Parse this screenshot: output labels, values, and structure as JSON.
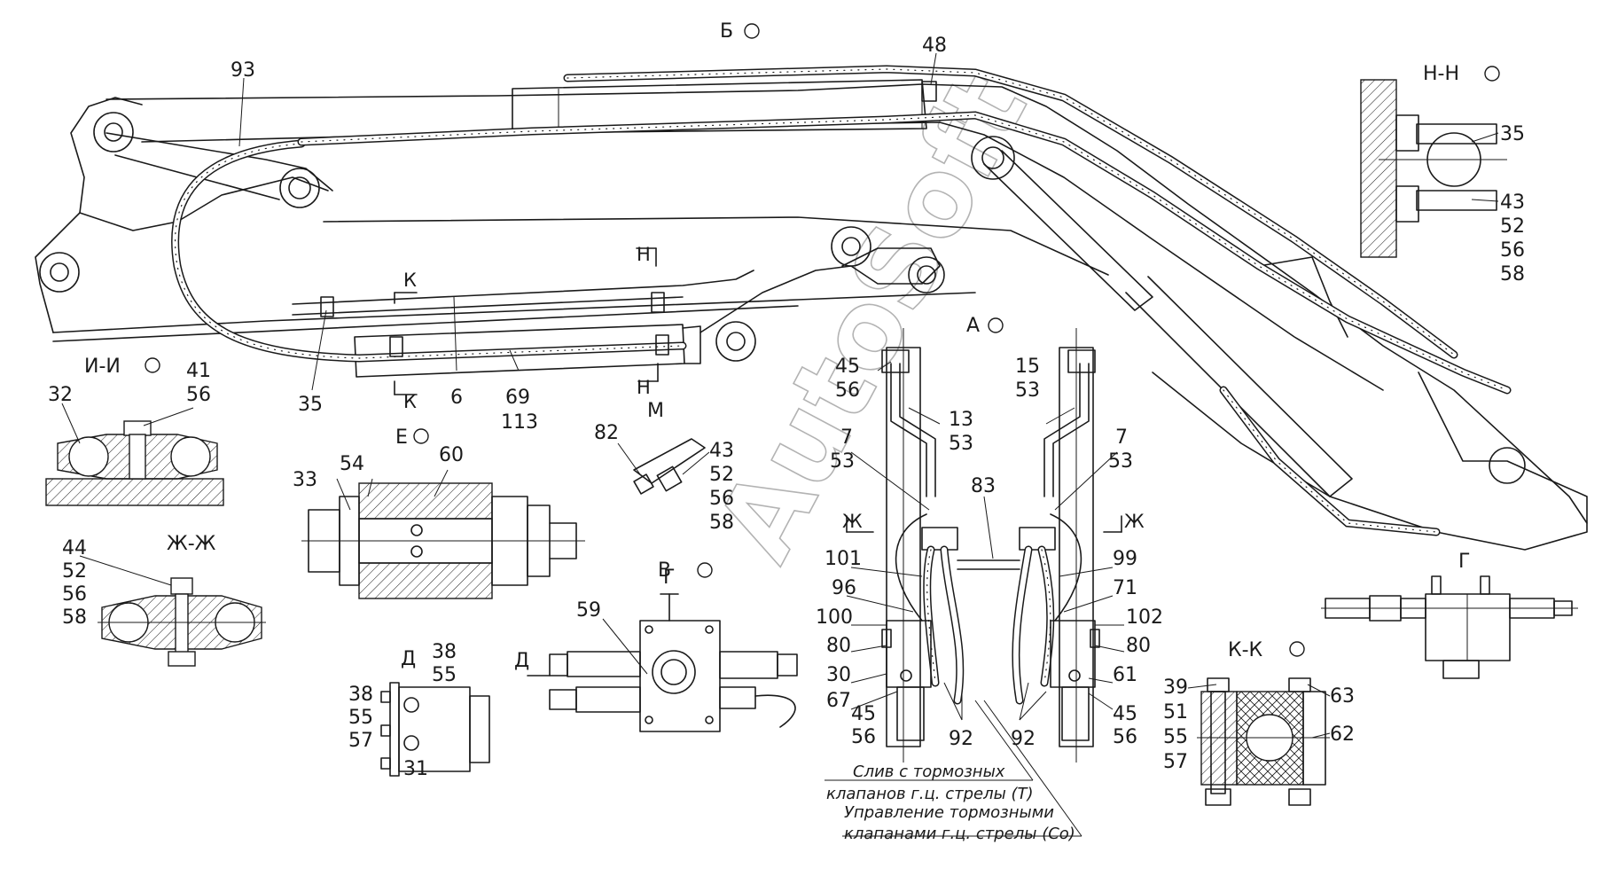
{
  "watermark": "AutoSoft",
  "views": {
    "b": "Б",
    "h_section": "Н-Н",
    "i_section": "И-И",
    "e_view": "Е",
    "m_view": "М",
    "a_view": "А",
    "v_view": "В",
    "zh_section": "Ж-Ж",
    "d_view": "Д",
    "g_view": "Г",
    "k_section": "К-К"
  },
  "cut_marks": {
    "k": "К",
    "n": "Н",
    "zh": "Ж",
    "g": "Г",
    "d": "Д"
  },
  "callouts": {
    "main": [
      "93",
      "48",
      "35",
      "6",
      "69",
      "113"
    ],
    "h_section": [
      "35",
      "43",
      "52",
      "56",
      "58"
    ],
    "i_section": [
      "32",
      "41",
      "56"
    ],
    "e_view": [
      "33",
      "54",
      "60"
    ],
    "m_view": [
      "82",
      "43",
      "52",
      "56",
      "58"
    ],
    "zh_section": [
      "44",
      "52",
      "56",
      "58"
    ],
    "v_view": [
      "59"
    ],
    "d_view": [
      "38",
      "55",
      "38",
      "55",
      "57",
      "31"
    ],
    "a_left": [
      "45",
      "56",
      "13",
      "53",
      "7",
      "53",
      "101",
      "96",
      "100",
      "80",
      "30",
      "67",
      "45",
      "56",
      "92"
    ],
    "a_right": [
      "15",
      "53",
      "7",
      "53",
      "83",
      "99",
      "71",
      "102",
      "80",
      "61",
      "45",
      "56",
      "92"
    ],
    "k_section": [
      "39",
      "51",
      "55",
      "57",
      "63",
      "62"
    ]
  },
  "notes": {
    "drain_line1": "Слив с тормозных",
    "drain_line2": "клапанов г.ц. стрелы (Т)",
    "control_line1": "Управление тормозными",
    "control_line2": "клапанами г.ц. стрелы (Со)"
  }
}
